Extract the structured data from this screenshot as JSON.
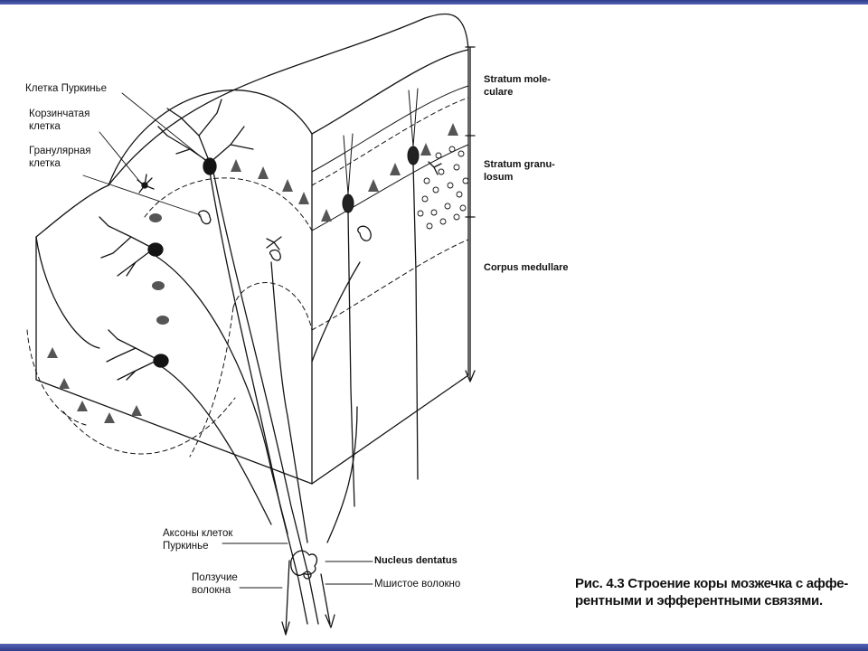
{
  "labels": {
    "purkinje_cell": "Клетка Пуркинье",
    "basket_cell_1": "Корзинчатая",
    "basket_cell_2": "клетка",
    "granule_cell_1": "Гранулярная",
    "granule_cell_2": "клетка",
    "stratum_moleculare_1": "Stratum mole-",
    "stratum_moleculare_2": "culare",
    "stratum_granulosum_1": "Stratum granu-",
    "stratum_granulosum_2": "losum",
    "corpus_medullare": "Corpus medullare",
    "purkinje_axons_1": "Аксоны клеток",
    "purkinje_axons_2": "Пуркинье",
    "climbing_fibers_1": "Ползучие",
    "climbing_fibers_2": "волокна",
    "nucleus_dentatus": "Nucleus dentatus",
    "mossy_fiber": "Мшистое волокно"
  },
  "caption": {
    "line1": "Рис. 4.3 Строение коры мозжечка с аффе-",
    "line2": "рентными и эфферентными связями."
  },
  "colors": {
    "bar": "#3a4799",
    "ink": "#111111"
  }
}
